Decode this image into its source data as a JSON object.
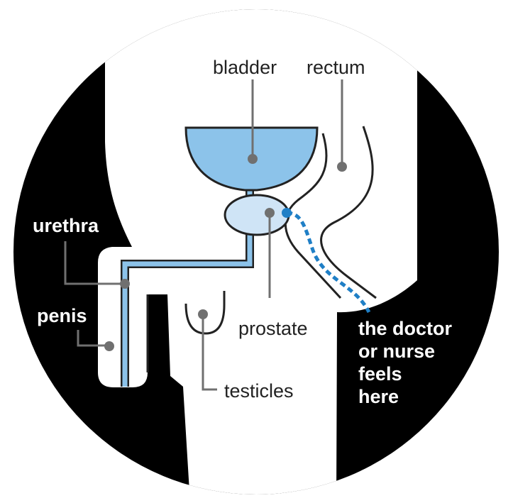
{
  "colors": {
    "background": "#000000",
    "body": "#ffffff",
    "organ_fill": "#8cc3ea",
    "organ_stroke": "#222222",
    "prostate_fill": "#cfe4f6",
    "pointer": "#707070",
    "exam_path": "#1f7fc6"
  },
  "labels": {
    "bladder": "bladder",
    "rectum": "rectum",
    "urethra": "urethra",
    "penis": "penis",
    "prostate": "prostate",
    "testicles": "testicles",
    "feel_line1": "the doctor",
    "feel_line2": "or nurse",
    "feel_line3": "feels",
    "feel_line4": "here"
  }
}
